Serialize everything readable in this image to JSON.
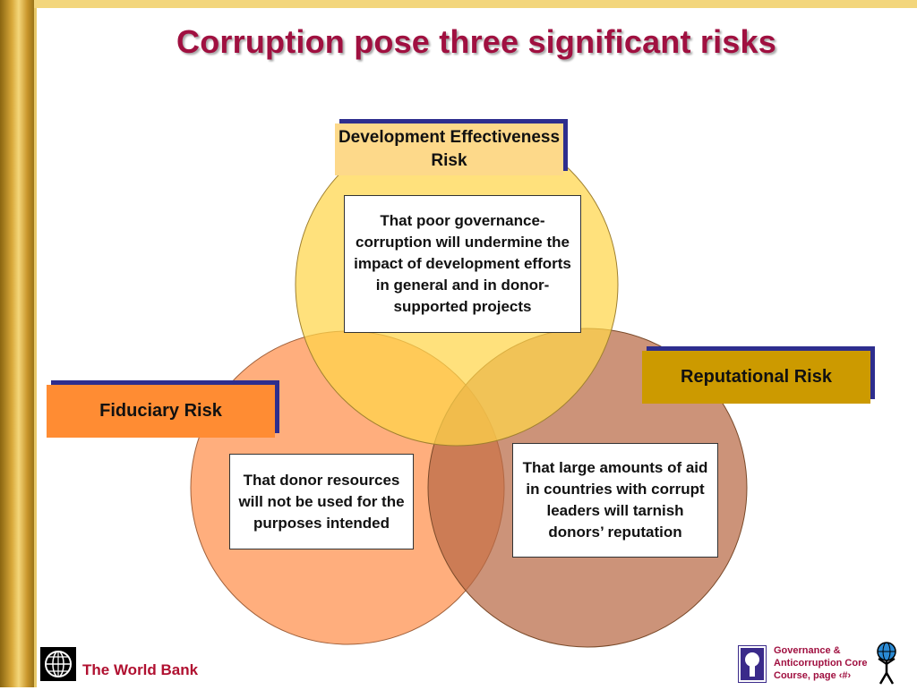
{
  "slide": {
    "title": "Corruption pose three significant risks"
  },
  "risks": {
    "development": {
      "label": "Development Effectiveness Risk",
      "description": "That poor governance-corruption will undermine the impact of development efforts in general and in donor-supported projects",
      "circle_color": "#ffdd66"
    },
    "fiduciary": {
      "label": "Fiduciary Risk",
      "description": "That donor resources will not be used for the purposes intended",
      "circle_color": "#ff9a5c"
    },
    "reputational": {
      "label": "Reputational Risk",
      "description": "That large amounts of aid in countries with corrupt leaders will tarnish donors’ reputation",
      "circle_color": "#b86a45"
    }
  },
  "footer": {
    "organization": "The World Bank",
    "course_line1": "Governance &",
    "course_line2": "Anticorruption Core",
    "course_line3": "Course, page ‹#›"
  },
  "colors": {
    "title": "#a01040",
    "label_shadow": "#2e2e8e"
  }
}
